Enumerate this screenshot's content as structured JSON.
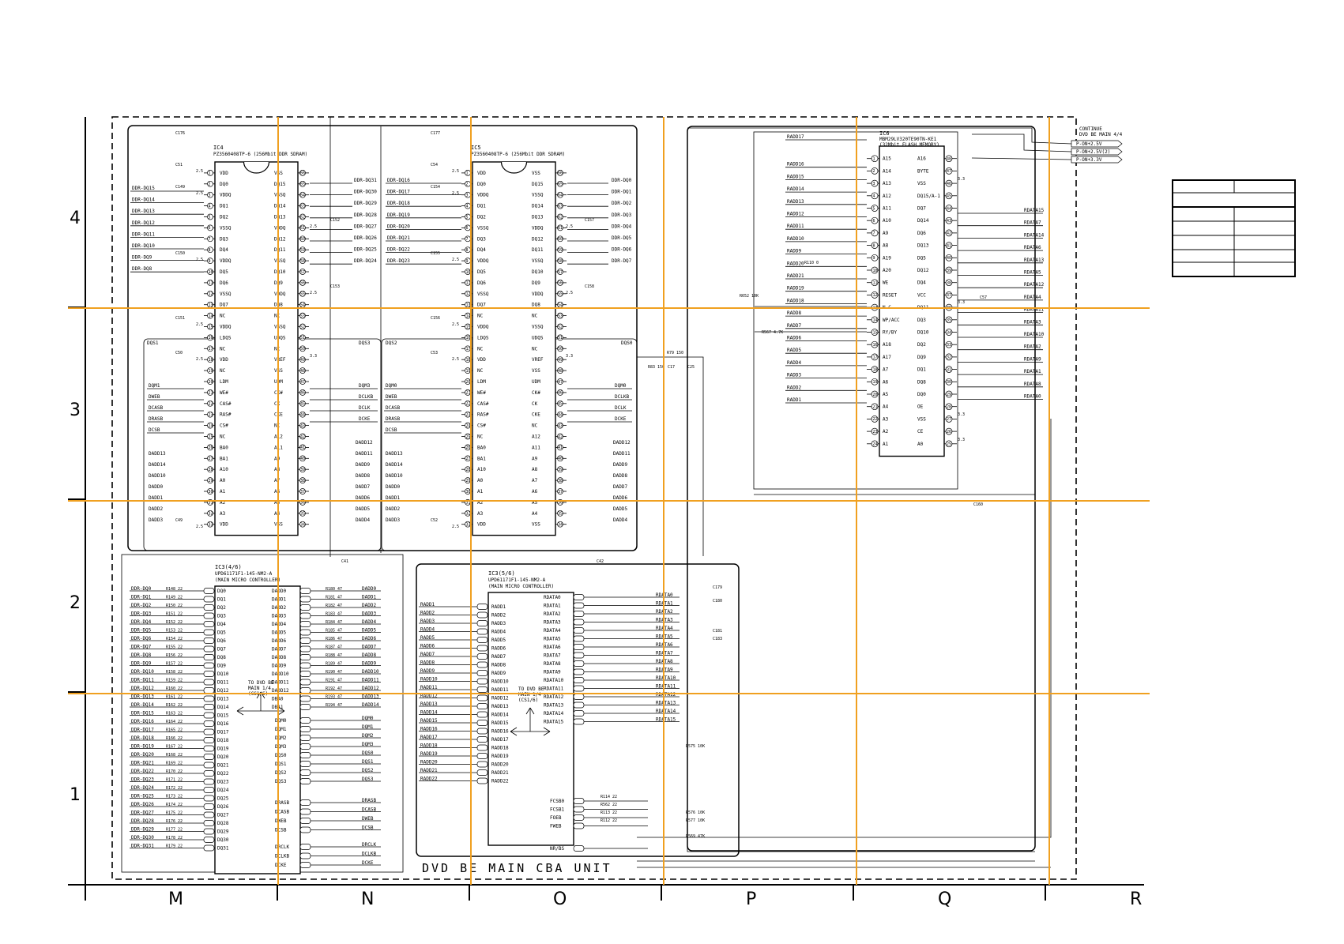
{
  "grid": {
    "rows": [
      "4",
      "3",
      "2",
      "1"
    ],
    "cols": [
      "M",
      "N",
      "O",
      "P",
      "Q",
      "R"
    ]
  },
  "title": "DVD BE MAIN CBA UNIT",
  "continue_note": {
    "text": [
      "CONTINUE",
      "DVD BE MAIN 4/4"
    ],
    "flags": [
      "P-ON+2.5V",
      "P-ON+2.5V(2)",
      "P-ON+3.3V"
    ]
  },
  "ics": {
    "ic4": {
      "ref": "IC4",
      "part": "PZ3560408TP-6  (256Mbit DDR SDRAM)",
      "left_pins": [
        "VDD",
        "DQ0",
        "VDDQ",
        "DQ1",
        "DQ2",
        "VSSQ",
        "DQ3",
        "DQ4",
        "VDDQ",
        "DQ5",
        "DQ6",
        "VSSQ",
        "DQ7",
        "NC",
        "VDDQ",
        "LDQS",
        "NC",
        "VDD",
        "NC",
        "LDM",
        "WE#",
        "CAS#",
        "RAS#",
        "CS#",
        "NC",
        "BA0",
        "BA1",
        "A10",
        "A0",
        "A1",
        "A2",
        "A3",
        "VDD"
      ],
      "right_pins": [
        "VSS",
        "DQ15",
        "VSSQ",
        "DQ14",
        "DQ13",
        "VDDQ",
        "DQ12",
        "DQ11",
        "VSSQ",
        "DQ10",
        "DQ9",
        "VDDQ",
        "DQ8",
        "NC",
        "VSSQ",
        "UDQS",
        "NC",
        "VREF",
        "VSS",
        "UDM",
        "CK#",
        "CK",
        "CKE",
        "NC",
        "A12",
        "A11",
        "A9",
        "A8",
        "A7",
        "A6",
        "A5",
        "A4",
        "VSS"
      ]
    },
    "ic5": {
      "ref": "IC5",
      "part": "PZ3560408TP-6  (256Mbit DDR SDRAM)",
      "left_pins": [
        "VDD",
        "DQ0",
        "VDDQ",
        "DQ1",
        "DQ2",
        "VSSQ",
        "DQ3",
        "DQ4",
        "VDDQ",
        "DQ5",
        "DQ6",
        "VSSQ",
        "DQ7",
        "NC",
        "VDDQ",
        "LDQS",
        "NC",
        "VDD",
        "NC",
        "LDM",
        "WE#",
        "CAS#",
        "RAS#",
        "CS#",
        "NC",
        "BA0",
        "BA1",
        "A10",
        "A0",
        "A1",
        "A2",
        "A3",
        "VDD"
      ],
      "right_pins": [
        "VSS",
        "DQ15",
        "VSSQ",
        "DQ14",
        "DQ13",
        "VDDQ",
        "DQ12",
        "DQ11",
        "VSSQ",
        "DQ10",
        "DQ9",
        "VDDQ",
        "DQ8",
        "NC",
        "VSSQ",
        "UDQS",
        "NC",
        "VREF",
        "VSS",
        "UDM",
        "CK#",
        "CK",
        "CKE",
        "NC",
        "A12",
        "A11",
        "A9",
        "A8",
        "A7",
        "A6",
        "A5",
        "A4",
        "VSS"
      ]
    },
    "ic6": {
      "ref": "IC6",
      "part": "MBM29LV320TE90TN-KE1",
      "part2": "(32Mbit FLASH MEMORY)",
      "left_pins": [
        "A15",
        "A14",
        "A13",
        "A12",
        "A11",
        "A10",
        "A9",
        "A8",
        "A19",
        "A20",
        "WE",
        "RESET",
        "N.C.",
        "WP/ACC",
        "RY/BY",
        "A18",
        "A17",
        "A7",
        "A6",
        "A5",
        "A4",
        "A3",
        "A2",
        "A1"
      ],
      "right_pins": [
        "A16",
        "BYTE",
        "VSS",
        "DQ15/A-1",
        "DQ7",
        "DQ14",
        "DQ6",
        "DQ13",
        "DQ5",
        "DQ12",
        "DQ4",
        "VCC",
        "DQ11",
        "DQ3",
        "DQ10",
        "DQ2",
        "DQ9",
        "DQ1",
        "DQ8",
        "DQ0",
        "OE",
        "VSS",
        "CE",
        "A0"
      ]
    },
    "ic3a": {
      "ref": "IC3(4/6)",
      "part": "UPD61171F1-145-NM2-A",
      "part2": "(MAIN MICRO CONTROLLER)"
    },
    "ic3b": {
      "ref": "IC3(5/6)",
      "part": "UPD61171F1-145-NM2-A",
      "part2": "(MAIN MICRO CONTROLLER)"
    }
  },
  "nets": {
    "ic4_left": [
      "DDR-DQ15",
      "DDR-DQ14",
      "DDR-DQ13",
      "DDR-DQ12",
      "DDR-DQ11",
      "DDR-DQ10",
      "DDR-DQ9",
      "DDR-DQ8"
    ],
    "ic4_right": [
      "DDR-DQ31",
      "DDR-DQ30",
      "DDR-DQ29",
      "DDR-DQ28",
      "DDR-DQ27",
      "DDR-DQ26",
      "DDR-DQ25",
      "DDR-DQ24"
    ],
    "ic5_left": [
      "DDR-DQ16",
      "DDR-DQ17",
      "DDR-DQ18",
      "DDR-DQ19",
      "DDR-DQ20",
      "DDR-DQ21",
      "DDR-DQ22",
      "DDR-DQ23"
    ],
    "ic5_right": [
      "DDR-DQ0",
      "DDR-DQ1",
      "DDR-DQ2",
      "DDR-DQ3",
      "DDR-DQ4",
      "DDR-DQ5",
      "DDR-DQ6",
      "DDR-DQ7"
    ],
    "dqs": [
      "DQS1",
      "DQS3",
      "DQS2",
      "DQS0"
    ],
    "ctrl_left": [
      "DQM1",
      "DWEB",
      "DCASB",
      "DRASB",
      "DCSB"
    ],
    "ctrl_right": [
      "DQM3",
      "DCLKB",
      "DCLK",
      "DCKE"
    ],
    "dadd": [
      "DADD13",
      "DADD14",
      "DADD10",
      "DADD0",
      "DADD1",
      "DADD2",
      "DADD3"
    ],
    "dadd_r": [
      "DADD12",
      "DADD11",
      "DADD9",
      "DADD8",
      "DADD7",
      "DADD6",
      "DADD5",
      "DADD4"
    ],
    "radd_flash": [
      "RADD17",
      "RADD16",
      "RADD15",
      "RADD14",
      "RADD13",
      "RADD12",
      "RADD11",
      "RADD10",
      "RADD9",
      "RADD20",
      "RADD21",
      "RADD19",
      "RADD18",
      "RADD8",
      "RADD7",
      "RADD6",
      "RADD5",
      "RADD4",
      "RADD3",
      "RADD2",
      "RADD1"
    ],
    "rdata_flash": [
      "RDATA15",
      "RDATA7",
      "RDATA14",
      "RDATA6",
      "RDATA13",
      "RDATA5",
      "RDATA12",
      "RDATA4",
      "RDATA11",
      "RDATA3",
      "RDATA10",
      "RDATA2",
      "RDATA9",
      "RDATA1",
      "RDATA8",
      "RDATA0"
    ],
    "ddr_dq": [
      "DDR-DQ0",
      "DDR-DQ1",
      "DDR-DQ2",
      "DDR-DQ3",
      "DDR-DQ4",
      "DDR-DQ5",
      "DDR-DQ6",
      "DDR-DQ7",
      "DDR-DQ8",
      "DDR-DQ9",
      "DDR-DQ10",
      "DDR-DQ11",
      "DDR-DQ12",
      "DDR-DQ13",
      "DDR-DQ14",
      "DDR-DQ15",
      "DDR-DQ16",
      "DDR-DQ17",
      "DDR-DQ18",
      "DDR-DQ19",
      "DDR-DQ20",
      "DDR-DQ21",
      "DDR-DQ22",
      "DDR-DQ23",
      "DDR-DQ24",
      "DDR-DQ25",
      "DDR-DQ26",
      "DDR-DQ27",
      "DDR-DQ28",
      "DDR-DQ29",
      "DDR-DQ30",
      "DDR-DQ31"
    ],
    "ic3a_left_pins": [
      "DQ0",
      "DQ1",
      "DQ2",
      "DQ3",
      "DQ4",
      "DQ5",
      "DQ6",
      "DQ7",
      "DQ8",
      "DQ9",
      "DQ10",
      "DQ11",
      "DQ12",
      "DQ13",
      "DQ14",
      "DQ15",
      "DQ16",
      "DQ17",
      "DQ18",
      "DQ19",
      "DQ20",
      "DQ21",
      "DQ22",
      "DQ23",
      "DQ24",
      "DQ25",
      "DQ26",
      "DQ27",
      "DQ28",
      "DQ29",
      "DQ30",
      "DQ31"
    ],
    "ic3a_right_pins": [
      "DADD0",
      "DADD1",
      "DADD2",
      "DADD3",
      "DADD4",
      "DADD5",
      "DADD6",
      "DADD7",
      "DADD8",
      "DADD9",
      "DADD10",
      "DADD11",
      "DADD12",
      "DBA0",
      "DBA1"
    ],
    "ic3a_right_nets": [
      "DADD0",
      "DADD1",
      "DADD2",
      "DADD3",
      "DADD4",
      "DADD5",
      "DADD6",
      "DADD7",
      "DADD8",
      "DADD9",
      "DADD10",
      "DADD11",
      "DADD12",
      "DADD13",
      "DADD14"
    ],
    "ic3a_ctrl_pins": [
      "DQM0",
      "DQM1",
      "DQM2",
      "DQM3",
      "DQS0",
      "DQS1",
      "DQS2",
      "DQS3",
      "DRASB",
      "DCASB",
      "DWEB",
      "DCSB",
      "DRCLK",
      "DCLKB",
      "DCKE"
    ],
    "ic3a_ctrl_nets": [
      "DQM0",
      "DQM1",
      "DQM2",
      "DQM3",
      "DQS0",
      "DQS1",
      "DQS2",
      "DQS3",
      "DRASB",
      "DCASB",
      "DWEB",
      "DCSB",
      "DRCLK",
      "DCLKB",
      "DCKE"
    ],
    "ic3b_left": [
      "RADD1",
      "RADD2",
      "RADD3",
      "RADD4",
      "RADD5",
      "RADD6",
      "RADD7",
      "RADD8",
      "RADD9",
      "RADD10",
      "RADD11",
      "RADD12",
      "RADD13",
      "RADD14",
      "RADD15",
      "RADD16",
      "RADD17",
      "RADD18",
      "RADD19",
      "RADD20",
      "RADD21",
      "RADD22"
    ],
    "ic3b_right": [
      "RDATA0",
      "RDATA1",
      "RDATA2",
      "RDATA3",
      "RDATA4",
      "RDATA5",
      "RDATA6",
      "RDATA7",
      "RDATA8",
      "RDATA9",
      "RDATA10",
      "RDATA11",
      "RDATA12",
      "RDATA13",
      "RDATA14",
      "RDATA15"
    ],
    "ic3b_ctrl": [
      "FCSB0",
      "FCSB1",
      "FOEB",
      "FWEB",
      "NR/BS"
    ]
  },
  "labels": {
    "to_dvd_a": [
      "TO DVD BE",
      "MAIN 1/4",
      "(CS1/6)"
    ],
    "to_dvd_b": [
      "TO DVD BE",
      "MAIN 1/4",
      "(CS1/6)"
    ],
    "vdd": "2.5",
    "v33": "3.3",
    "caps": [
      "C176",
      "C51",
      "C149",
      "C150",
      "C151",
      "C50",
      "C49",
      "C177",
      "C54",
      "C154",
      "C155",
      "C156",
      "C53",
      "C52",
      "C152",
      "C153",
      "C157",
      "C158",
      "C179",
      "C180",
      "C181",
      "C41",
      "C42",
      "C57",
      "C160",
      "C183",
      "C17",
      "C25"
    ],
    "resistors": [
      "R575",
      "R576",
      "R577",
      "R569",
      "R114",
      "R562",
      "R113",
      "R112",
      "R652",
      "R567",
      "R110",
      "R79",
      "R83"
    ],
    "res_values": [
      "10K",
      "10K",
      "10K",
      "47K",
      "22",
      "22",
      "22",
      "22",
      "10K",
      "4.7K",
      "0",
      "150",
      "150"
    ]
  },
  "legend": {
    "rows": 6
  }
}
